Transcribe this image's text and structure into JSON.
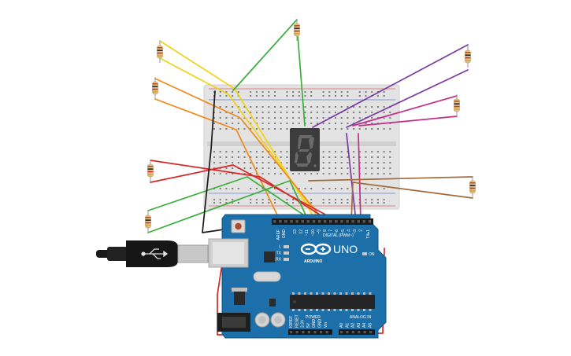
{
  "board": {
    "brand": "ARDUINO",
    "model": "UNO",
    "header_digital": "DIGITAL (PWM~)",
    "header_power": "POWER",
    "header_analog": "ANALOG IN",
    "on_label": "ON",
    "led_labels": [
      "L",
      "TX",
      "RX"
    ],
    "aref_label": "AREF",
    "gnd_label": "GND",
    "txrx_label": "TX▸1",
    "digital_pins": [
      "13",
      "12",
      "~11",
      "~10",
      "~9",
      "8",
      "7",
      "~6",
      "~5",
      "4",
      "~3",
      "2"
    ],
    "power_pins": [
      "IOREF",
      "RESET",
      "3.3V",
      "5V",
      "GND",
      "GND",
      "Vin"
    ],
    "analog_pins": [
      "A0",
      "A1",
      "A2",
      "A3",
      "A4",
      "A5"
    ],
    "color": "#1c6fa8"
  },
  "display": {
    "type": "seven-segment",
    "digit": "8",
    "color": "#3c3c3c"
  },
  "wire_colors": {
    "yellow": "#f0d219",
    "orange": "#f08a1c",
    "green": "#3cae3c",
    "purple": "#7a3aa0",
    "magenta": "#c0308a",
    "red": "#d62828",
    "brown": "#a06a3a",
    "black": "#1a1a1a"
  }
}
